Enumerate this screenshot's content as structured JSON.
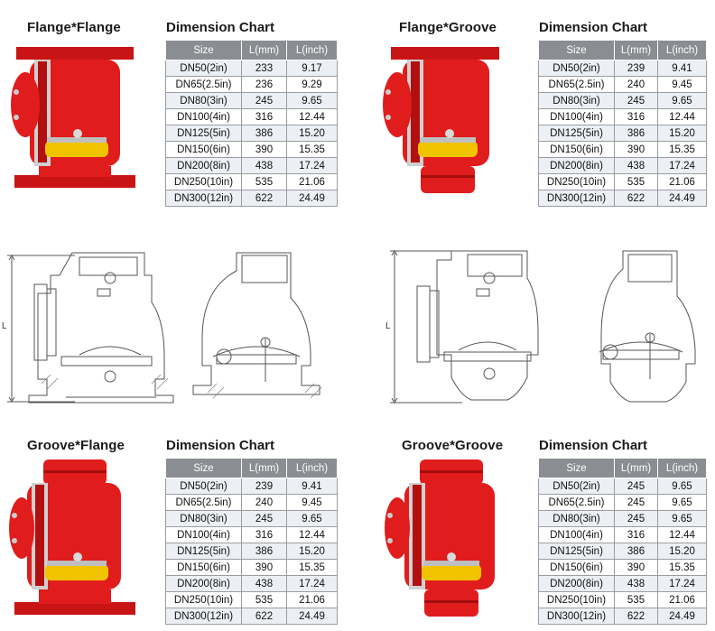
{
  "headers": [
    "Size",
    "L(mm)",
    "L(inch)"
  ],
  "chart_title": "Dimension Chart",
  "dimension_symbol": "L",
  "colors": {
    "valve_red": "#e01c1c",
    "table_header": "#8a8d91",
    "seat_yellow": "#f2c400"
  },
  "sections": [
    {
      "title": "Flange*Flange",
      "rows": [
        [
          "DN50(2in)",
          "233",
          "9.17"
        ],
        [
          "DN65(2.5in)",
          "236",
          "9.29"
        ],
        [
          "DN80(3in)",
          "245",
          "9.65"
        ],
        [
          "DN100(4in)",
          "316",
          "12.44"
        ],
        [
          "DN125(5in)",
          "386",
          "15.20"
        ],
        [
          "DN150(6in)",
          "390",
          "15.35"
        ],
        [
          "DN200(8in)",
          "438",
          "17.24"
        ],
        [
          "DN250(10in)",
          "535",
          "21.06"
        ],
        [
          "DN300(12in)",
          "622",
          "24.49"
        ]
      ]
    },
    {
      "title": "Flange*Groove",
      "rows": [
        [
          "DN50(2in)",
          "239",
          "9.41"
        ],
        [
          "DN65(2.5in)",
          "240",
          "9.45"
        ],
        [
          "DN80(3in)",
          "245",
          "9.65"
        ],
        [
          "DN100(4in)",
          "316",
          "12.44"
        ],
        [
          "DN125(5in)",
          "386",
          "15.20"
        ],
        [
          "DN150(6in)",
          "390",
          "15.35"
        ],
        [
          "DN200(8in)",
          "438",
          "17.24"
        ],
        [
          "DN250(10in)",
          "535",
          "21.06"
        ],
        [
          "DN300(12in)",
          "622",
          "24.49"
        ]
      ]
    },
    {
      "title": "Groove*Flange",
      "rows": [
        [
          "DN50(2in)",
          "239",
          "9.41"
        ],
        [
          "DN65(2.5in)",
          "240",
          "9.45"
        ],
        [
          "DN80(3in)",
          "245",
          "9.65"
        ],
        [
          "DN100(4in)",
          "316",
          "12.44"
        ],
        [
          "DN125(5in)",
          "386",
          "15.20"
        ],
        [
          "DN150(6in)",
          "390",
          "15.35"
        ],
        [
          "DN200(8in)",
          "438",
          "17.24"
        ],
        [
          "DN250(10in)",
          "535",
          "21.06"
        ],
        [
          "DN300(12in)",
          "622",
          "24.49"
        ]
      ]
    },
    {
      "title": "Groove*Groove",
      "rows": [
        [
          "DN50(2in)",
          "245",
          "9.65"
        ],
        [
          "DN65(2.5in)",
          "245",
          "9.65"
        ],
        [
          "DN80(3in)",
          "245",
          "9.65"
        ],
        [
          "DN100(4in)",
          "316",
          "12.44"
        ],
        [
          "DN125(5in)",
          "386",
          "15.20"
        ],
        [
          "DN150(6in)",
          "390",
          "15.35"
        ],
        [
          "DN200(8in)",
          "438",
          "17.24"
        ],
        [
          "DN250(10in)",
          "535",
          "21.06"
        ],
        [
          "DN300(12in)",
          "622",
          "24.49"
        ]
      ]
    }
  ]
}
